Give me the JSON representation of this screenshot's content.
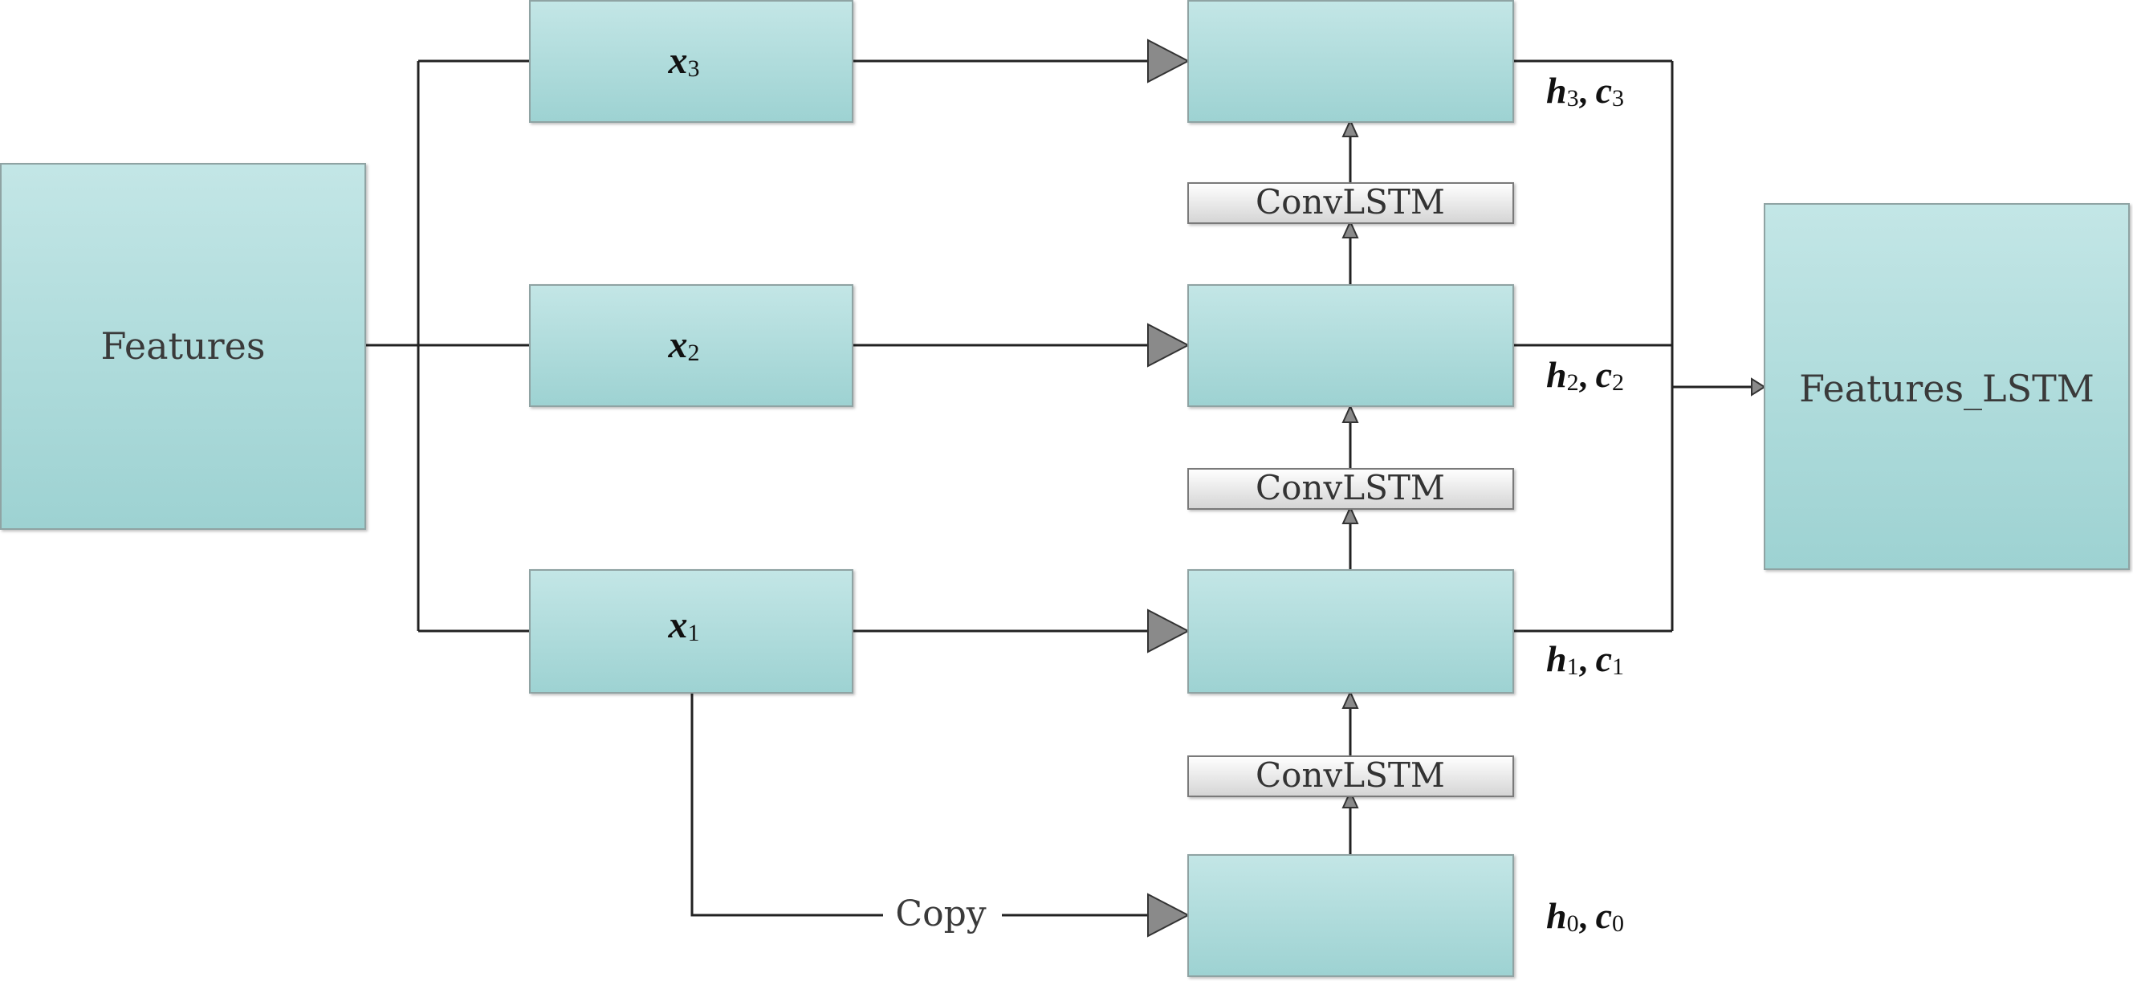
{
  "nodes": {
    "features": "Features",
    "features_lstm": "Features_LSTM",
    "x3": {
      "base": "x",
      "sub": "3"
    },
    "x2": {
      "base": "x",
      "sub": "2"
    },
    "x1": {
      "base": "x",
      "sub": "1"
    },
    "convlstm": [
      "ConvLSTM",
      "ConvLSTM",
      "ConvLSTM"
    ],
    "copy": "Copy"
  },
  "states": [
    {
      "h": "h",
      "hsub": "3",
      "sep": ", ",
      "c": "c",
      "csub": "3"
    },
    {
      "h": "h",
      "hsub": "2",
      "sep": ", ",
      "c": "c",
      "csub": "2"
    },
    {
      "h": "h",
      "hsub": "1",
      "sep": ", ",
      "c": "c",
      "csub": "1"
    },
    {
      "h": "h",
      "hsub": "0",
      "sep": ", ",
      "c": "c",
      "csub": "0"
    }
  ],
  "colors": {
    "box_top": "#bfe3e4",
    "box_bottom": "#9fd3d3",
    "box_border": "#8a9a9a",
    "line": "#222222",
    "arrow_fill": "#888888",
    "conv_top": "#ffffff",
    "conv_bottom": "#d6d6d6"
  }
}
